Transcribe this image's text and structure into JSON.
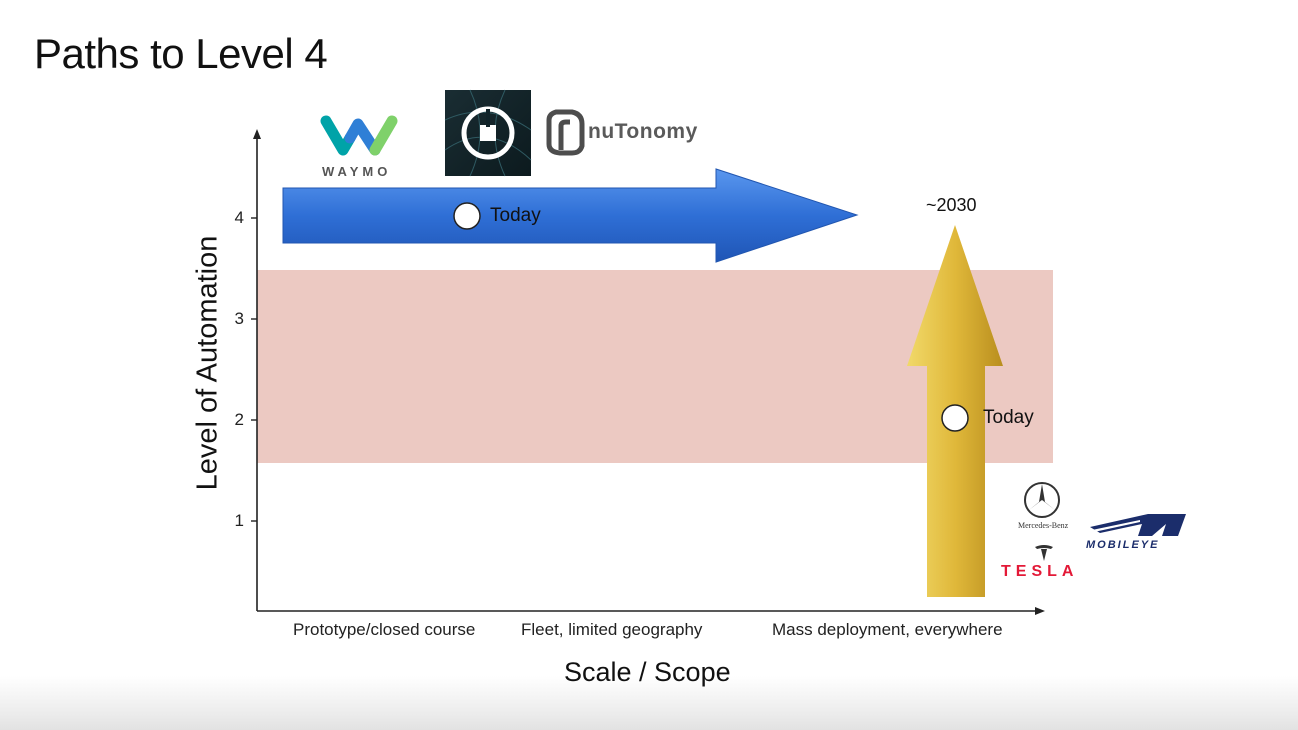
{
  "slide": {
    "title": "Paths to Level 4"
  },
  "axes": {
    "y_label": "Level of Automation",
    "x_label": "Scale / Scope",
    "y_ticks": [
      "1",
      "2",
      "3",
      "4"
    ],
    "x_categories": [
      "Prototype/closed course",
      "Fleet, limited geography",
      "Mass deployment, everywhere"
    ]
  },
  "paths": {
    "robotaxi": {
      "marker_label": "Today",
      "color": "#2f6fd6"
    },
    "consumer": {
      "marker_label": "Today",
      "target_label": "~2030",
      "color": "#e3bd45"
    }
  },
  "band": {
    "level_from": 1.6,
    "level_to": 3.5,
    "color": "#ecc9c2"
  },
  "logos": {
    "waymo": "WAYMO",
    "uber": "uber-icon",
    "nutonomy": "nuTonomy",
    "mercedes": "Mercedes-Benz",
    "tesla": "TESLA",
    "mobileye": "MOBILEYE"
  }
}
